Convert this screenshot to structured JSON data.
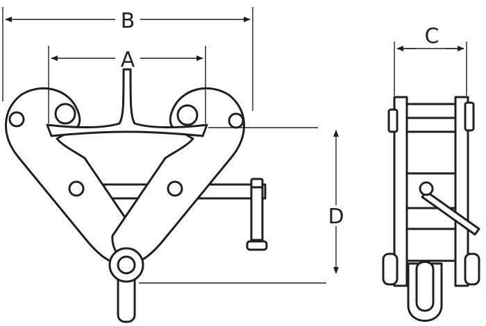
{
  "dimensions": {
    "a_label": "A",
    "b_label": "B",
    "c_label": "C",
    "d_label": "D"
  },
  "colors": {
    "stroke": "#1f1f1f",
    "fill": "#ffffff",
    "background": "#ffffff"
  }
}
